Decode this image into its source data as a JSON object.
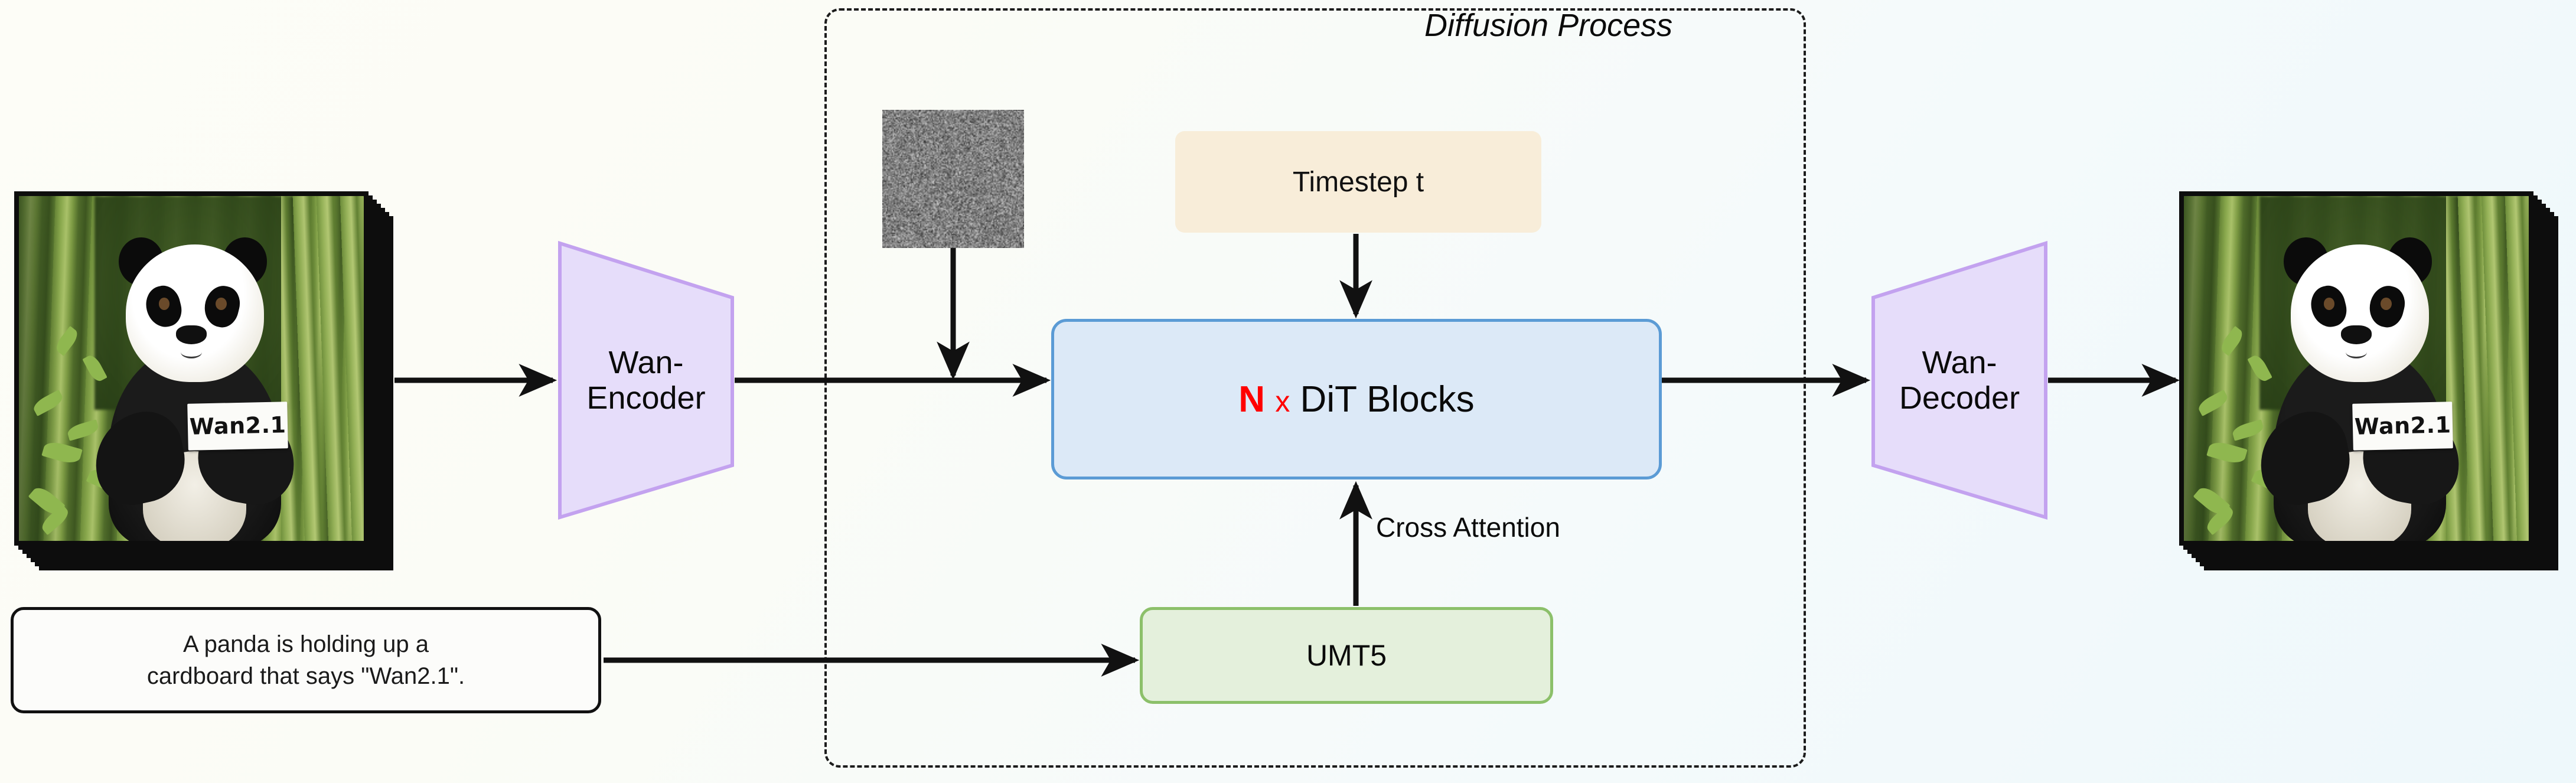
{
  "diagram": {
    "title": "Wan2.1 video diffusion pipeline",
    "group": {
      "label": "Diffusion Process",
      "border_style": "dash-dot"
    },
    "nodes": {
      "input_video": {
        "name": "input-video-frames",
        "frames": 7,
        "caption": "panda holding cardboard sign",
        "sign_text": "Wan2.1"
      },
      "encoder": {
        "label_line1": "Wan-",
        "label_line2": "Encoder",
        "fill": "#e6ddfa",
        "stroke": "#c3a2ef"
      },
      "noise": {
        "label": "noise-latent-patch",
        "kind": "gaussian-noise"
      },
      "timestep": {
        "label": "Timestep t",
        "fill": "#f8edd9",
        "stroke": "none"
      },
      "dit": {
        "n_symbol": "N",
        "multiply_symbol": "x",
        "label": "DiT Blocks",
        "fill": "#dce9f7",
        "stroke": "#5b9bd5",
        "n_color": "#ff0000"
      },
      "umt5": {
        "label": "UMT5",
        "fill": "#e4f0dc",
        "stroke": "#8cc06a"
      },
      "decoder": {
        "label_line1": "Wan-",
        "label_line2": "Decoder",
        "fill": "#e6ddfa",
        "stroke": "#c3a2ef"
      },
      "prompt": {
        "line1": "A panda is holding up a",
        "line2": "cardboard that says \"Wan2.1\".",
        "fill": "#fcfcfa",
        "stroke": "#111111"
      },
      "output_video": {
        "name": "output-video-frames",
        "frames": 7,
        "caption": "panda holding cardboard sign",
        "sign_text": "Wan2.1"
      }
    },
    "edges": [
      {
        "from": "input_video",
        "to": "encoder",
        "label": ""
      },
      {
        "from": "encoder",
        "to": "dit",
        "label": ""
      },
      {
        "from": "noise",
        "to": "encoder_dit_path",
        "label": ""
      },
      {
        "from": "timestep",
        "to": "dit",
        "label": ""
      },
      {
        "from": "umt5",
        "to": "dit",
        "label": "Cross Attention"
      },
      {
        "from": "prompt",
        "to": "umt5",
        "label": ""
      },
      {
        "from": "dit",
        "to": "decoder",
        "label": ""
      },
      {
        "from": "decoder",
        "to": "output_video",
        "label": ""
      }
    ],
    "colors": {
      "background_start": "#fdfdf7",
      "background_end": "#eef8fb",
      "arrow": "#111111"
    }
  }
}
